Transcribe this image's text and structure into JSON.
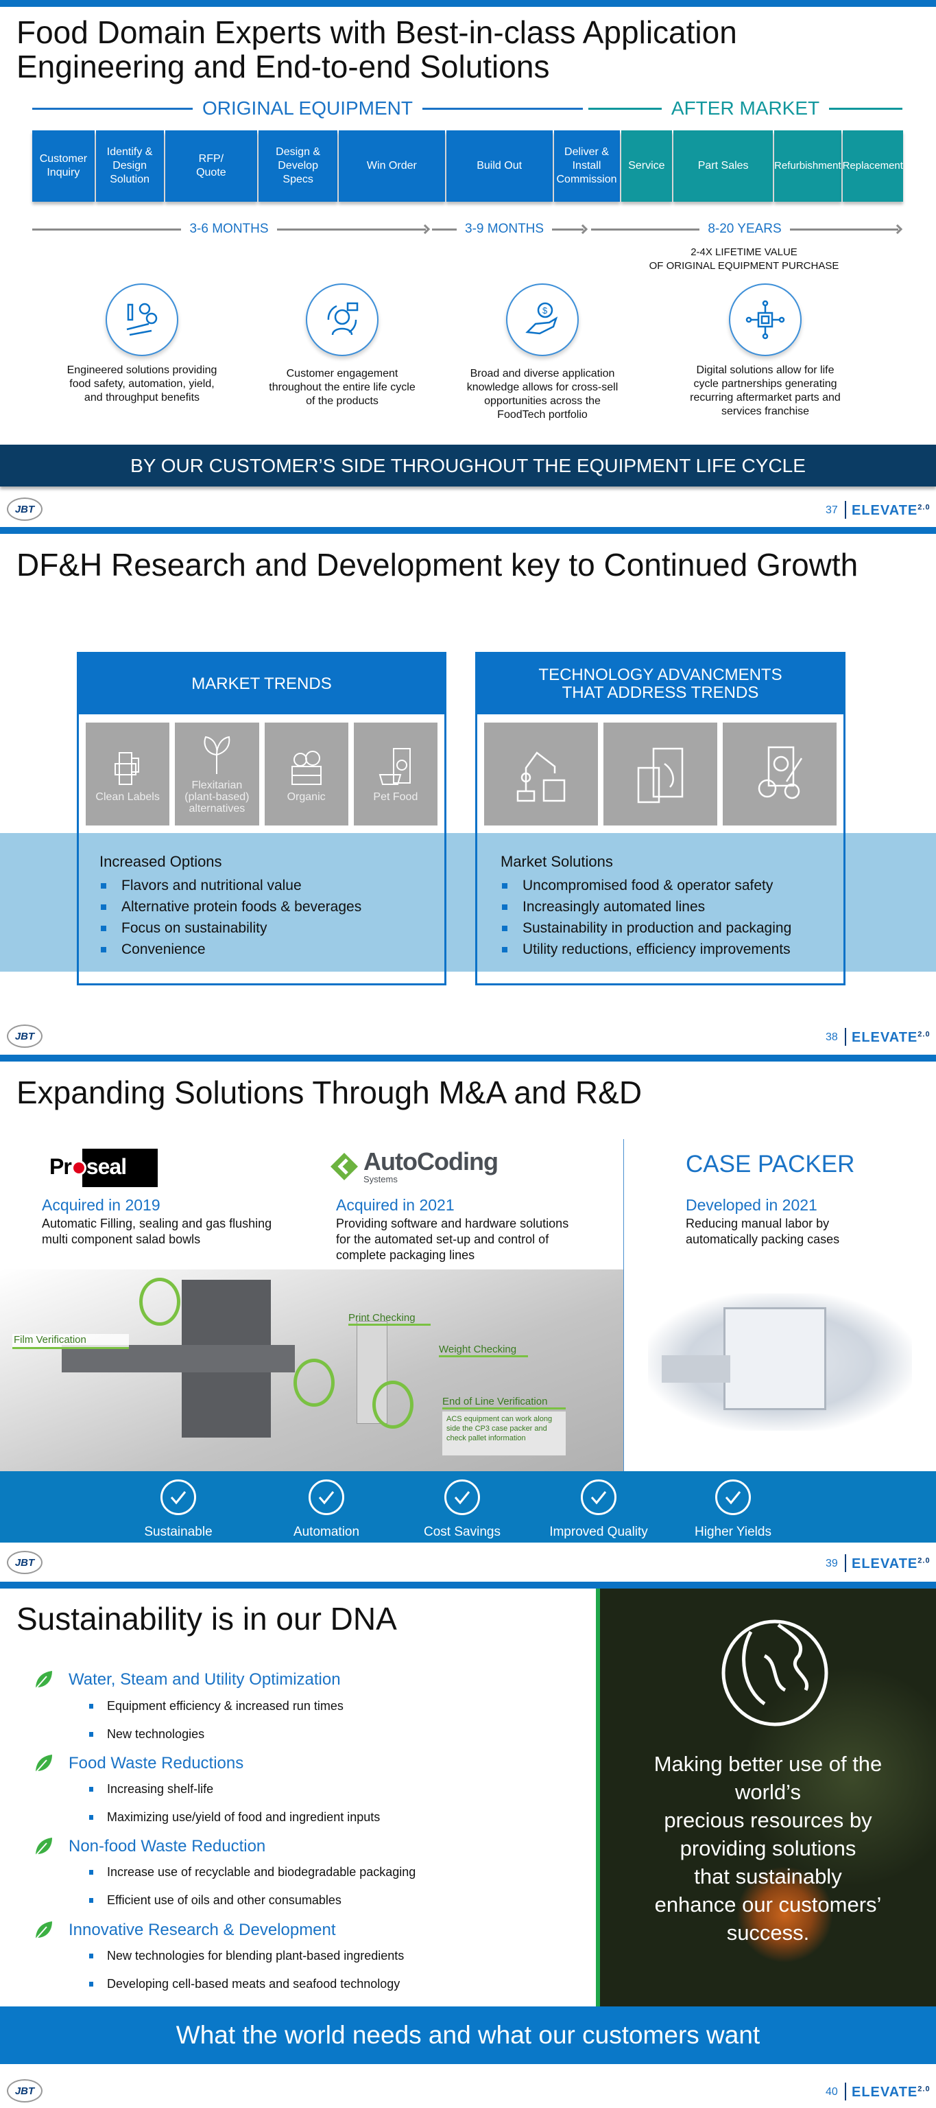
{
  "slide1": {
    "title_line1": "Food Domain Experts with Best-in-class Application",
    "title_line2": "Engineering and End-to-end Solutions",
    "section_oe": "ORIGINAL EQUIPMENT",
    "section_am": "AFTER MARKET",
    "steps": [
      "Customer Inquiry",
      "Identify & Design Solution",
      "RFP/ Quote",
      "Design & Develop Specs",
      "Win Order",
      "Build Out",
      "Deliver & Install Commission",
      "Service",
      "Part Sales",
      "Refurbishment",
      "Replacement"
    ],
    "durations": [
      "3-6 MONTHS",
      "3-9 MONTHS",
      "8-20 YEARS"
    ],
    "lifetime_line1": "2-4X LIFETIME VALUE",
    "lifetime_line2": "OF ORIGINAL EQUIPMENT PURCHASE",
    "features": [
      {
        "icon": "tools-gears-icon",
        "text": "Engineered solutions providing food safety, automation, yield, and throughput benefits"
      },
      {
        "icon": "customer-support-icon",
        "text": "Customer engagement throughout the entire life cycle of the products"
      },
      {
        "icon": "hand-dollar-icon",
        "text": "Broad and diverse application knowledge allows for cross-sell opportunities across the FoodTech portfolio"
      },
      {
        "icon": "chip-circuit-icon",
        "text": "Digital solutions allow for life cycle partnerships generating recurring aftermarket parts and services franchise"
      }
    ],
    "banner": "BY OUR CUSTOMER’S SIDE THROUGHOUT THE EQUIPMENT LIFE CYCLE",
    "page": "37"
  },
  "slide2": {
    "title": "DF&H Research and Development key to Continued Growth",
    "left_header": "MARKET TRENDS",
    "left_tiles": [
      "Clean Labels",
      "Flexitarian (plant-based) alternatives",
      "Organic",
      "Pet Food"
    ],
    "right_header_line1": "TECHNOLOGY ADVANCMENTS",
    "right_header_line2": "THAT ADDRESS TRENDS",
    "left_list_title": "Increased Options",
    "left_list": [
      "Flavors and nutritional value",
      "Alternative protein foods & beverages",
      "Focus on sustainability",
      "Convenience"
    ],
    "right_list_title": "Market Solutions",
    "right_list": [
      "Uncompromised food & operator safety",
      "Increasingly automated lines",
      "Sustainability in production and packaging",
      "Utility reductions, efficiency improvements"
    ],
    "page": "38"
  },
  "slide3": {
    "title": "Expanding Solutions Through M&A and R&D",
    "proseal_logo": "Proseal",
    "autocoding_logo": "AutoCoding",
    "autocoding_sub": "Systems",
    "case_packer": "CASE PACKER",
    "col1_head": "Acquired in 2019",
    "col1_text": "Automatic Filling, sealing and gas flushing multi component salad bowls",
    "col2_head": "Acquired in 2021",
    "col2_text": "Providing software and hardware solutions for the automated set-up and control of complete packaging lines",
    "col3_head": "Developed in 2021",
    "col3_text": "Reducing manual labor by automatically packing cases",
    "callouts": {
      "film": "Film Verification",
      "print": "Print Checking",
      "weight": "Weight Checking",
      "eol": "End of Line Verification",
      "eol_note": "ACS equipment can work along side the CP3 case packer and check  pallet information"
    },
    "benefits": [
      "Sustainable",
      "Automation",
      "Cost Savings",
      "Improved Quality",
      "Higher Yields"
    ],
    "page": "39"
  },
  "slide4": {
    "title": "Sustainability is in our DNA",
    "sections": [
      {
        "head": "Water, Steam and Utility Optimization",
        "items": [
          "Equipment efficiency & increased run times",
          "New technologies"
        ]
      },
      {
        "head": "Food Waste Reductions",
        "items": [
          "Increasing shelf-life",
          "Maximizing use/yield of food and ingredient inputs"
        ]
      },
      {
        "head": "Non-food Waste Reduction",
        "items": [
          "Increase use of recyclable and biodegradable packaging",
          "Efficient use of oils and other consumables"
        ]
      },
      {
        "head": "Innovative Research & Development",
        "items": [
          "New technologies for blending plant-based ingredients",
          "Developing cell-based meats and seafood technology"
        ]
      }
    ],
    "quote_lines": [
      "Making better use of the",
      "world’s",
      "precious resources by",
      "providing solutions",
      "that sustainably",
      "enhance our customers’",
      "success."
    ],
    "banner": "What the world needs and what our customers want",
    "page": "40"
  },
  "footer": {
    "logo": "JBT",
    "brand": "ELEVATE",
    "brand_sup": "2.0"
  },
  "colors": {
    "blue": "#0b72c8",
    "teal": "#11979d",
    "navy": "#0b3c64",
    "green": "#6cb33f"
  }
}
